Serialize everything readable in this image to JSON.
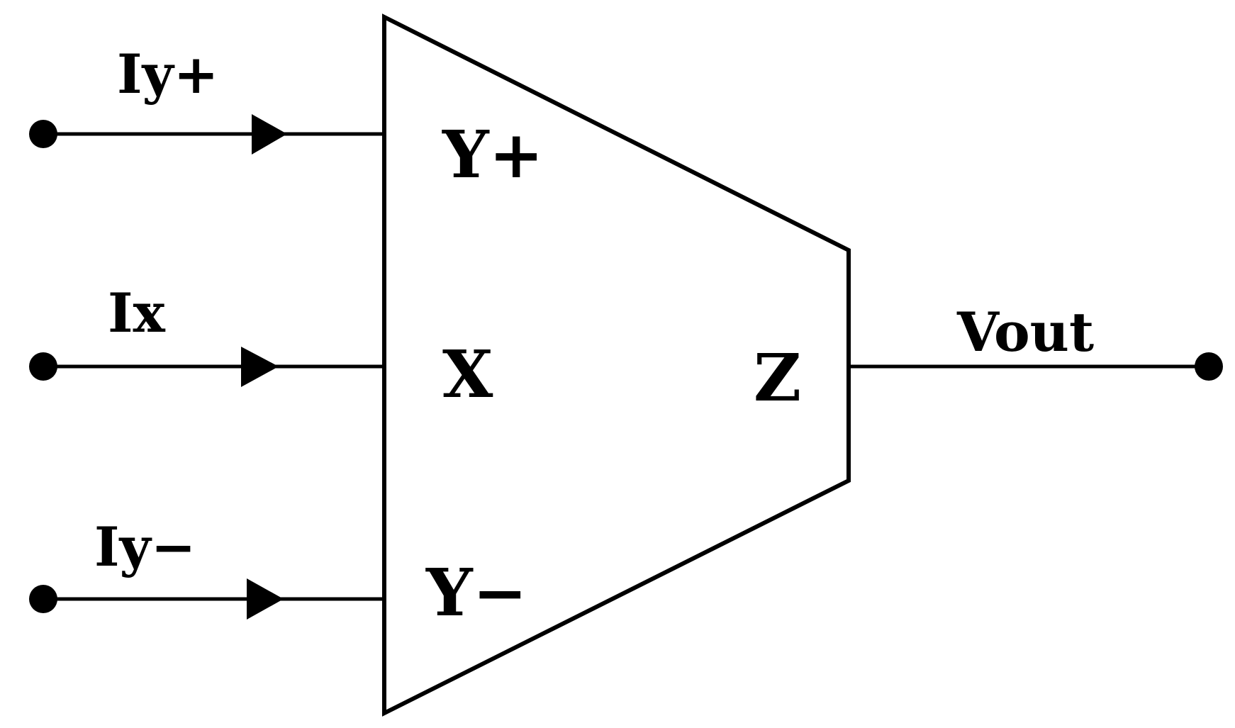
{
  "diagram": {
    "inputs": [
      {
        "current_label": "Iy+",
        "port_label": "Y+"
      },
      {
        "current_label": "Ix",
        "port_label": "X"
      },
      {
        "current_label": "Iy−",
        "port_label": "Y−"
      }
    ],
    "output": {
      "port_label": "Z",
      "voltage_label": "Vout"
    },
    "colors": {
      "line": "#000000",
      "background": "#ffffff"
    }
  }
}
